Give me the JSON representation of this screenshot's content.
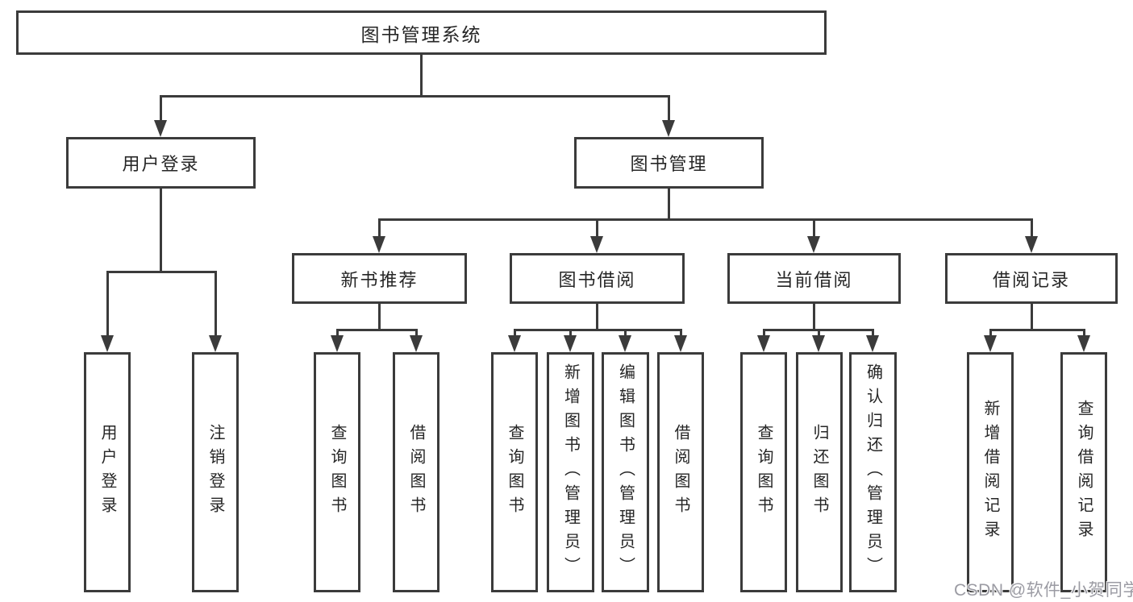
{
  "diagram": {
    "title": "图书管理系统",
    "root": {
      "label": "图书管理系统"
    },
    "level2": [
      {
        "label": "用户登录"
      },
      {
        "label": "图书管理"
      }
    ],
    "level3": [
      {
        "label": "新书推荐",
        "parent": "图书管理"
      },
      {
        "label": "图书借阅",
        "parent": "图书管理"
      },
      {
        "label": "当前借阅",
        "parent": "图书管理"
      },
      {
        "label": "借阅记录",
        "parent": "图书管理"
      }
    ],
    "leaves": [
      {
        "label": "用户登录",
        "parent": "用户登录"
      },
      {
        "label": "注销登录",
        "parent": "用户登录"
      },
      {
        "label": "查询图书",
        "parent": "新书推荐"
      },
      {
        "label": "借阅图书",
        "parent": "新书推荐"
      },
      {
        "label": "查询图书",
        "parent": "图书借阅"
      },
      {
        "label": "新增图书（管理员）",
        "parent": "图书借阅"
      },
      {
        "label": "编辑图书（管理员）",
        "parent": "图书借阅"
      },
      {
        "label": "借阅图书",
        "parent": "图书借阅"
      },
      {
        "label": "查询图书",
        "parent": "当前借阅"
      },
      {
        "label": "归还图书",
        "parent": "当前借阅"
      },
      {
        "label": "确认归还（管理员）",
        "parent": "当前借阅"
      },
      {
        "label": "新增借阅记录",
        "parent": "借阅记录"
      },
      {
        "label": "查询借阅记录",
        "parent": "借阅记录"
      }
    ]
  },
  "watermark": {
    "text": "CSDN @软件_小贺同学"
  },
  "colors": {
    "background": "#ffffff",
    "box_border": "#3b3b3b",
    "connector": "#3b3b3b",
    "text": "#262626",
    "watermark": "#9b9ba3"
  }
}
